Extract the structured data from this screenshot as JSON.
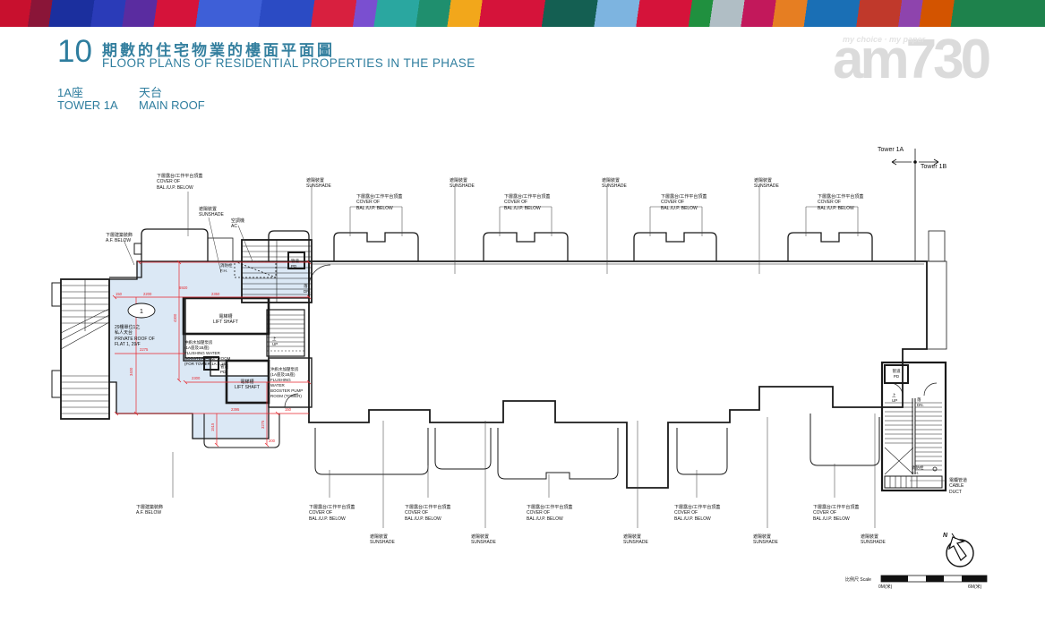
{
  "header": {
    "page_no": "10",
    "title_zh": "期數的住宅物業的樓面平面圖",
    "title_en": "FLOOR PLANS OF RESIDENTIAL PROPERTIES IN THE PHASE",
    "tower_zh": "1A座",
    "tower_en": "TOWER 1A",
    "floor_zh": "天台",
    "floor_en": "MAIN ROOF"
  },
  "watermark": {
    "tagline": "my choice · my paper",
    "logo": "am730"
  },
  "plan": {
    "labels": {
      "cover": {
        "zh": "下層露台/工作平台頂蓋",
        "en": "COVER OF\nBAL./U.P. BELOW"
      },
      "sunshade": {
        "zh": "遮陽裝置",
        "en": "SUNSHADE"
      },
      "af": {
        "zh": "下層建築裝飾",
        "en": "A.F. BELOW"
      },
      "ac": {
        "zh": "空調機",
        "en": "AC"
      },
      "fh": {
        "zh": "消防栓",
        "en": "F.H."
      },
      "pd": {
        "zh": "管道",
        "en": "PD"
      },
      "up": {
        "zh": "上",
        "en": "UP"
      },
      "dn": {
        "zh": "落",
        "en": "DN."
      },
      "lift": {
        "zh": "電梯槽",
        "en": "LIFT SHAFT"
      },
      "pump_main": {
        "zh": "沖廁水加壓泵房\n(1A座及1B座)",
        "en": "FLUSHING WATER\nBOOSTER PUMP ROOM\n(FOR TOWER 1A & 1B)"
      },
      "pump_tower": {
        "zh": "沖廁水加壓泵房\n(1A座及1B座)",
        "en": "FLUSHING\nWATER\nBOOSTER PUMP\nROOM (TOWER)"
      },
      "cable": {
        "zh": "電纜管道",
        "en": "CABLE\nDUCT"
      },
      "private_roof": {
        "zh": "29樓單位1之\n私人天台",
        "en": "PRIVATE ROOF OF\nFLAT 1, 29/F"
      },
      "flat_no": "1"
    },
    "markers": {
      "tower_1a": "Tower 1A",
      "tower_1b": "Tower 1B",
      "north": "N"
    },
    "scale": {
      "zh": "比例尺",
      "en": "Scale",
      "start": "0M(米)",
      "end": "6M(米)"
    },
    "dims": {
      "d1": "150",
      "d2": "2200",
      "d3": "6920",
      "d4": "2350",
      "d5": "2275",
      "d6": "3400",
      "d7": "4300",
      "d8": "2300",
      "d9": "2395",
      "d10": "150",
      "d11": "1515",
      "d12": "3275",
      "d13": "200"
    }
  },
  "colors": {
    "accent": "#2e7d9e",
    "dim_red": "#e8262d",
    "flat_fill": "#dbe8f5"
  }
}
